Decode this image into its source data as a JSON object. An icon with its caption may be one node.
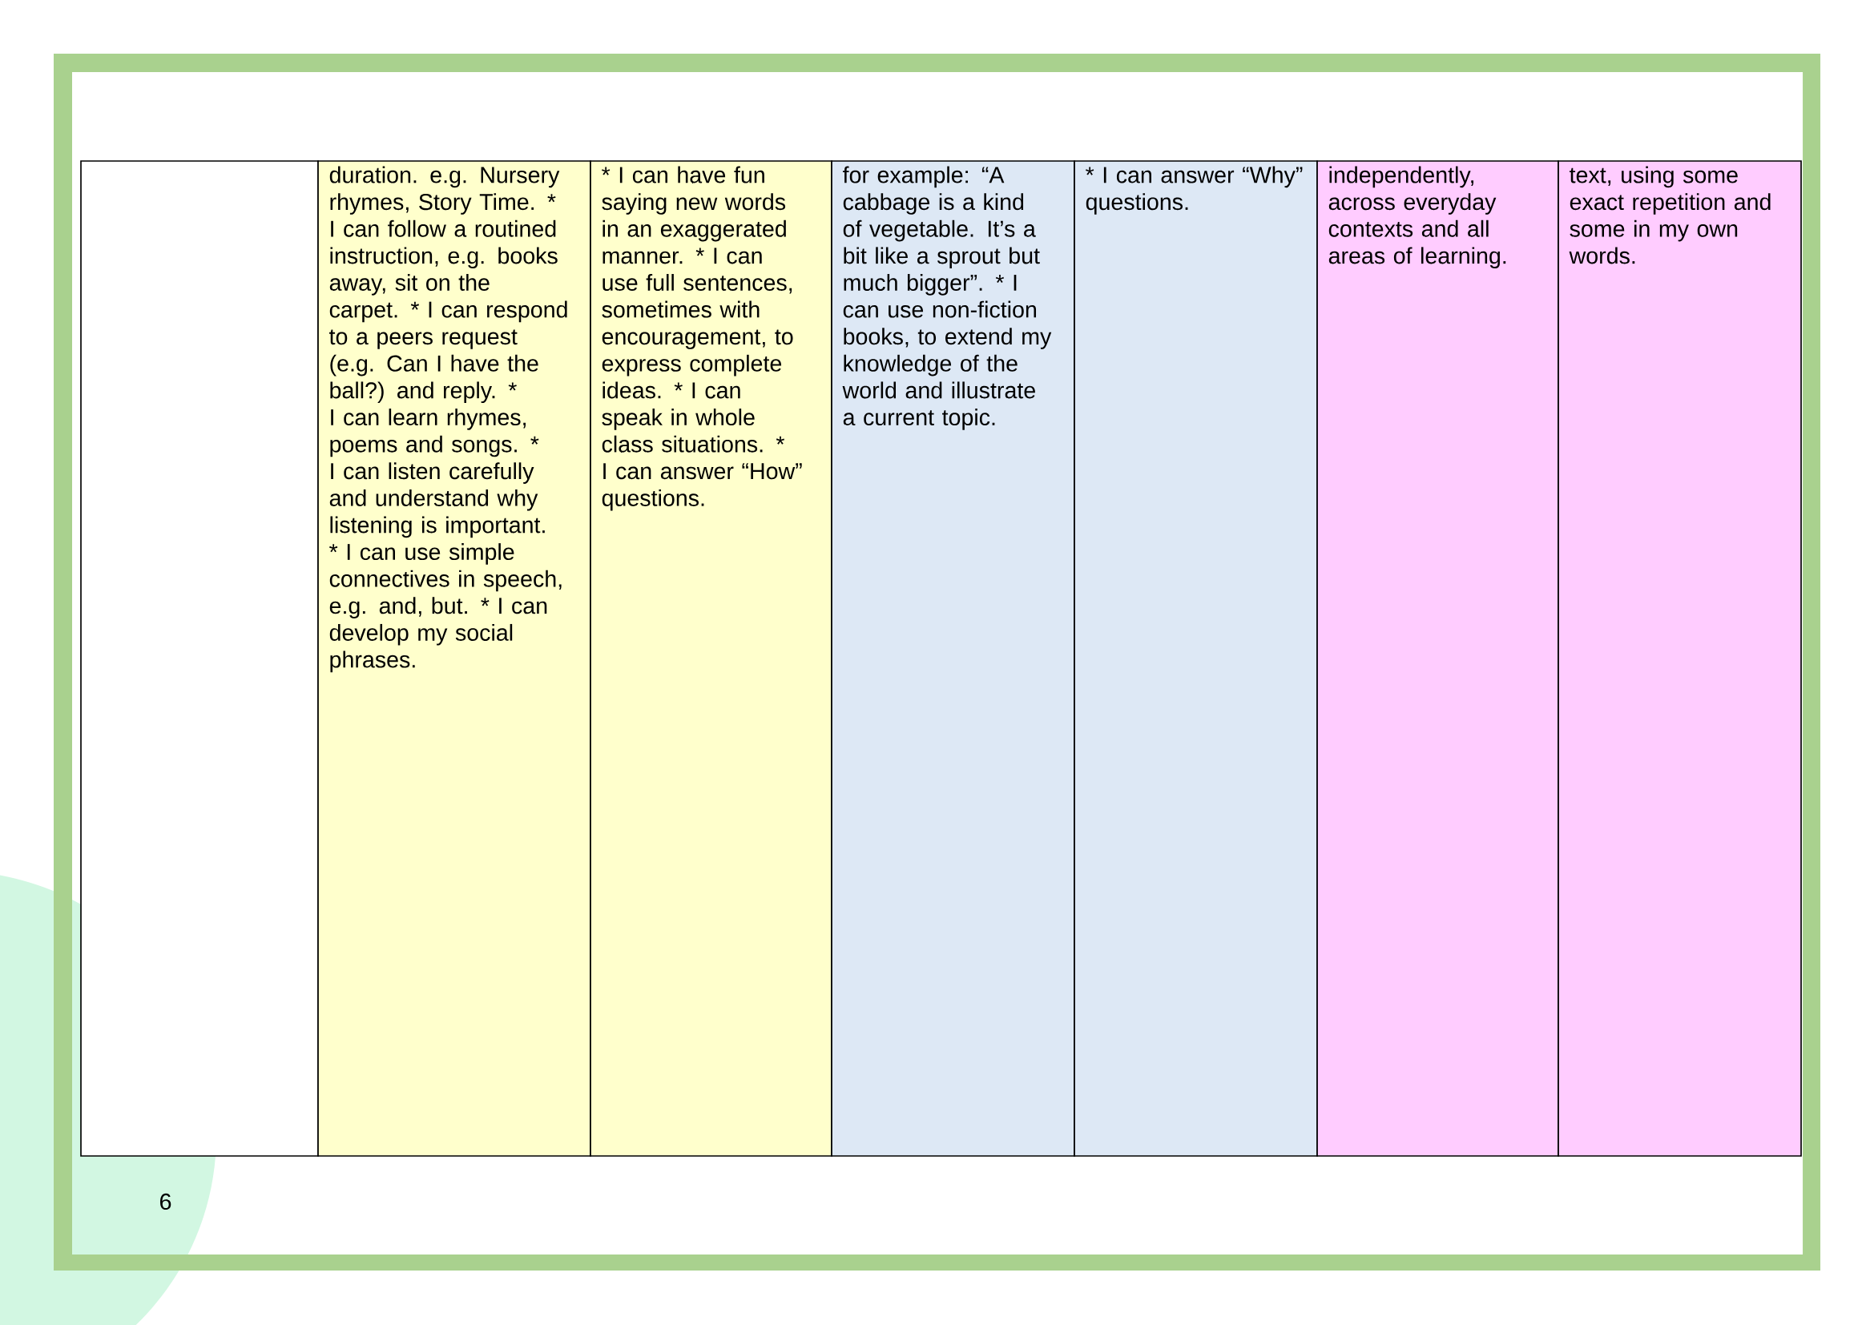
{
  "diagram": {
    "labels": [
      "duration. e.g. Nursery rhymes, Story Time. * I can follow a routined instruction, e.g. books away, sit on the carpet. * I can respond to a peers request (e.g. Can I have the ball?) and reply. * I can learn rhymes, poems and songs. * I can listen carefully and understand why listening is important. * I can use simple connectives in speech, e.g. and, but. * I can develop my social phrases.",
      "* I can have fun saying new words in an exaggerated manner. * I can use full sentences, sometimes with encouragement, to express complete ideas. * I can speak in whole class situations. * I can answer “How” questions.",
      "for example: “A cabbage is a kind of vegetable. It’s a bit like a sprout but much bigger”. * I can use non-fiction books, to extend my knowledge of the world and illustrate a current topic.",
      "* I can answer “Why” questions.",
      "independently, across everyday contexts and all areas of learning.",
      "text, using some exact repetition and some in my own words.",
      "6"
    ]
  }
}
